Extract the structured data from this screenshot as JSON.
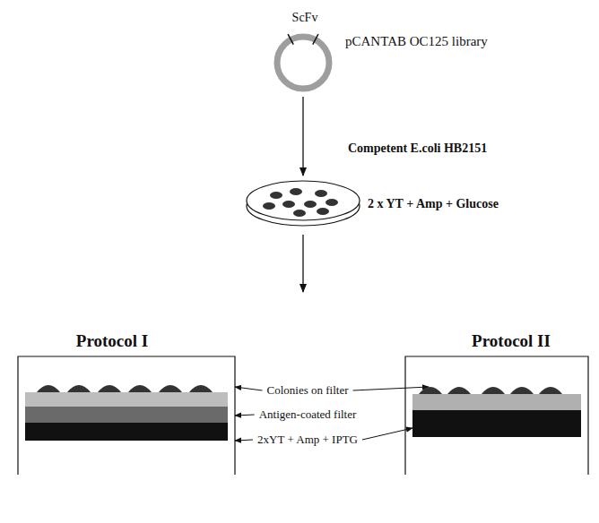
{
  "diagram": {
    "nodes": [
      {
        "text": [
          "ScFv",
          "pCANTAB OC125 library"
        ]
      },
      {
        "text": [
          "2 x YT + Amp + Glucose"
        ]
      },
      {
        "text": [
          "Protocol I"
        ]
      },
      {
        "text": [
          "Protocol II"
        ]
      }
    ],
    "edges": [
      {
        "from": 0,
        "to": 1,
        "arrow": "to",
        "label": "Competent E.coli HB2151"
      }
    ],
    "labels": [
      "Colonies on filter",
      "Antigen-coated filter",
      "2xYT + Amp + IPTG"
    ]
  }
}
